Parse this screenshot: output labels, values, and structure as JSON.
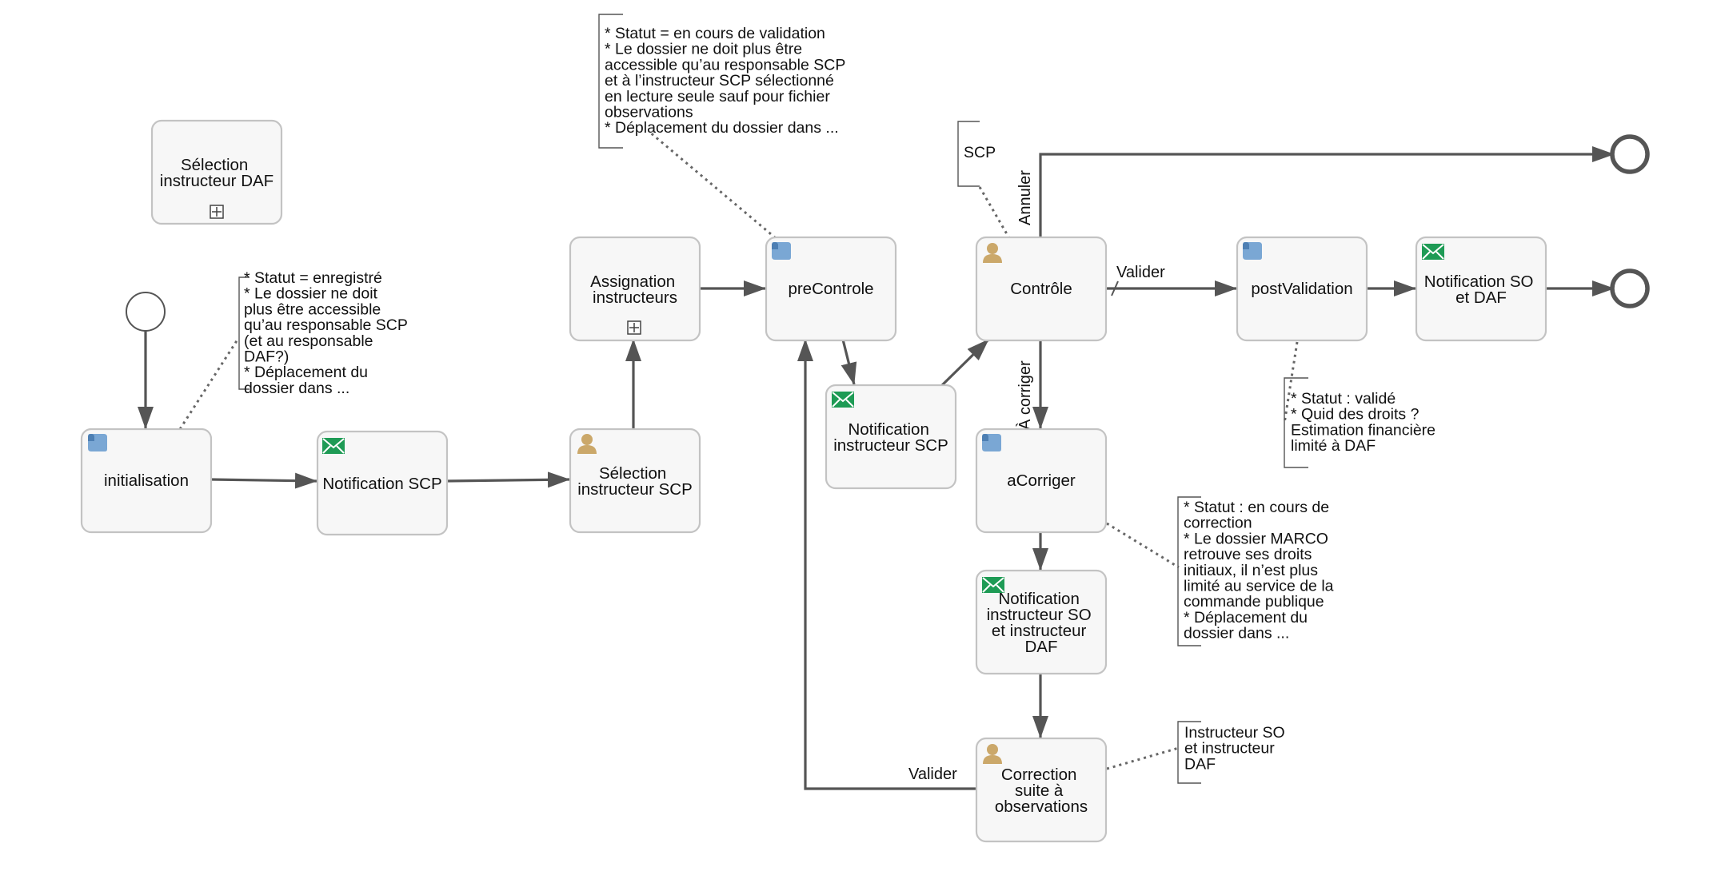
{
  "tasks": {
    "selection_daf": [
      "Sélection",
      "instructeur DAF"
    ],
    "initialisation": [
      "initialisation"
    ],
    "notification_scp": [
      "Notification SCP"
    ],
    "selection_scp": [
      "Sélection",
      "instructeur SCP"
    ],
    "assignation": [
      "Assignation",
      "instructeurs"
    ],
    "precontrole": [
      "preControle"
    ],
    "notification_instructeur_scp": [
      "Notification",
      "instructeur SCP"
    ],
    "controle": [
      "Contrôle"
    ],
    "postvalidation": [
      "postValidation"
    ],
    "notification_so_daf": [
      "Notification SO",
      "et DAF"
    ],
    "acorriger": [
      "aCorriger"
    ],
    "notification_instructeur_so_daf": [
      "Notification",
      "instructeur SO",
      "et instructeur",
      "DAF"
    ],
    "correction": [
      "Correction",
      "suite à",
      "observations"
    ]
  },
  "annotations": {
    "init_note": [
      "* Statut = enregistré",
      "* Le dossier ne doit",
      "plus être accessible",
      "qu’au responsable SCP",
      "(et au responsable",
      "DAF?)",
      "* Déplacement du",
      "dossier dans ..."
    ],
    "precontrole_note": [
      "* Statut = en cours de validation",
      "* Le dossier ne doit plus être",
      "accessible qu’au responsable SCP",
      "et à l’instructeur SCP sélectionné",
      "en lecture seule sauf pour fichier",
      "observations",
      "* Déplacement du dossier dans ..."
    ],
    "controle_note": [
      "SCP"
    ],
    "postvalidation_note": [
      "* Statut : validé",
      "* Quid des droits ?",
      "Estimation financière",
      "limité à DAF"
    ],
    "acorriger_note": [
      "* Statut : en cours de",
      "correction",
      "* Le dossier MARCO",
      "retrouve ses droits",
      "initiaux, il n’est plus",
      "limité au service de la",
      "commande publique",
      "* Déplacement du",
      "dossier dans ..."
    ],
    "correction_note": [
      "Instructeur SO",
      "et instructeur",
      "DAF"
    ]
  },
  "flow_labels": {
    "annuler": "Annuler",
    "valider": "Valider",
    "a_corriger": "À corriger",
    "valider_correction": "Valider"
  },
  "icons": {
    "script": "script-task-icon",
    "mail": "send-message-icon",
    "user": "user-task-icon",
    "subprocess": "subprocess-plus-marker"
  },
  "colors": {
    "script_icon": "#7aa7d4",
    "mail_icon": "#1e9b55",
    "user_icon": "#cba86a",
    "task_fill": "#f7f7f7",
    "task_stroke": "#c3c3c3",
    "flow": "#555555"
  }
}
